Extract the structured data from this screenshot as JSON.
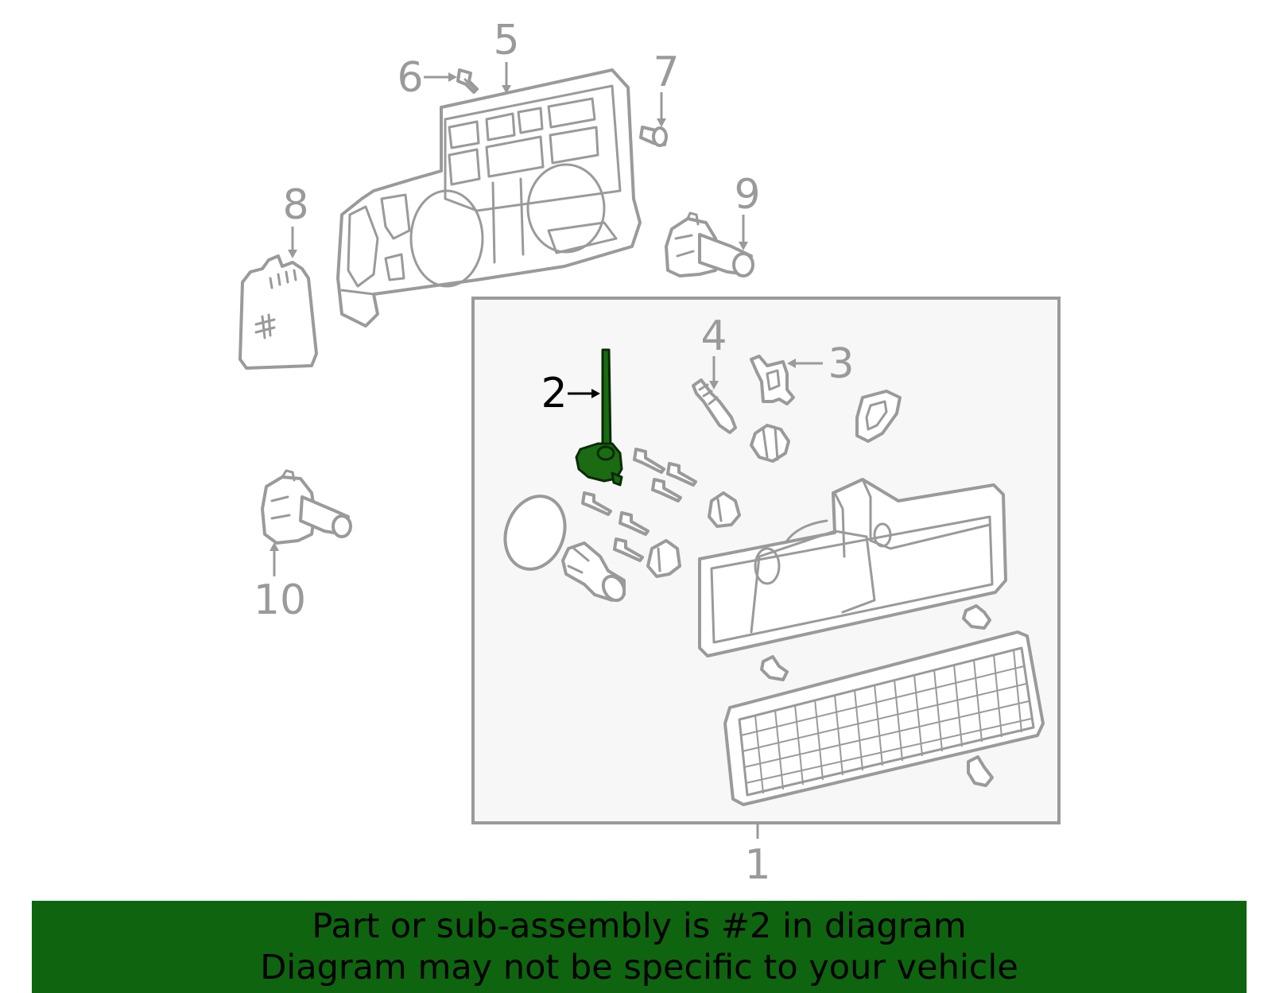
{
  "diagram": {
    "highlight_color": "#1a6b12",
    "line_color": "#9a9a9a",
    "highlighted_part": "2",
    "callouts": [
      "1",
      "2",
      "3",
      "4",
      "5",
      "6",
      "7",
      "8",
      "9",
      "10"
    ]
  },
  "footer": {
    "background": "#0f640f",
    "line1": "Part or sub-assembly is #2 in diagram",
    "line2": "Diagram may not be specific to your vehicle"
  }
}
